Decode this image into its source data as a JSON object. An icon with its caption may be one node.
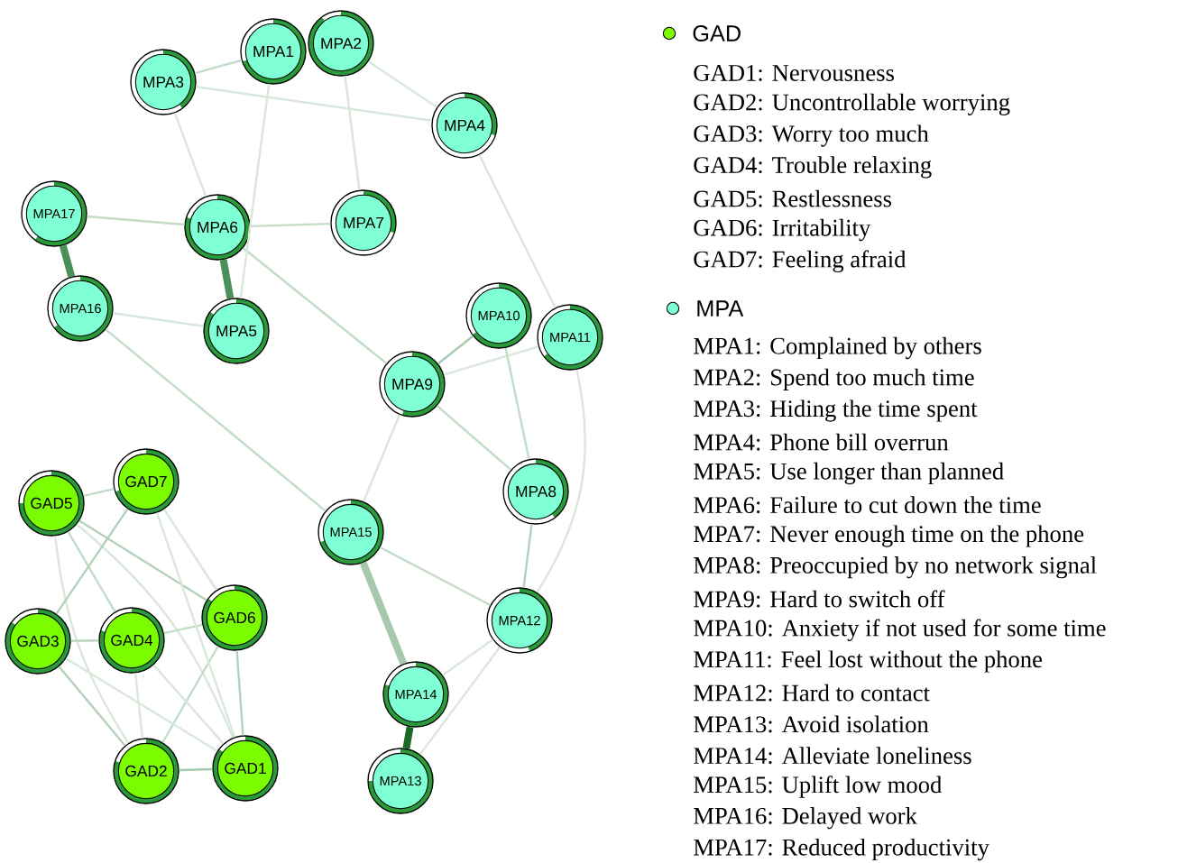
{
  "diagram": {
    "nodes": [
      {
        "text": [
          "GAD1"
        ]
      },
      {
        "text": [
          "GAD2"
        ]
      },
      {
        "text": [
          "GAD3"
        ]
      },
      {
        "text": [
          "GAD4"
        ]
      },
      {
        "text": [
          "GAD5"
        ]
      },
      {
        "text": [
          "GAD6"
        ]
      },
      {
        "text": [
          "GAD7"
        ]
      },
      {
        "text": [
          "MPA1"
        ]
      },
      {
        "text": [
          "MPA2"
        ]
      },
      {
        "text": [
          "MPA3"
        ]
      },
      {
        "text": [
          "MPA4"
        ]
      },
      {
        "text": [
          "MPA5"
        ]
      },
      {
        "text": [
          "MPA6"
        ]
      },
      {
        "text": [
          "MPA7"
        ]
      },
      {
        "text": [
          "MPA8"
        ]
      },
      {
        "text": [
          "MPA9"
        ]
      },
      {
        "text": [
          "MPA10"
        ]
      },
      {
        "text": [
          "MPA11"
        ]
      },
      {
        "text": [
          "MPA12"
        ]
      },
      {
        "text": [
          "MPA13"
        ]
      },
      {
        "text": [
          "MPA14"
        ]
      },
      {
        "text": [
          "MPA15"
        ]
      },
      {
        "text": [
          "MPA16"
        ]
      },
      {
        "text": [
          "MPA17"
        ]
      }
    ],
    "edges": [
      {
        "from": 23,
        "to": 22,
        "arrow": "none",
        "style": "thick",
        "color": "#4a9058"
      },
      {
        "from": 12,
        "to": 11,
        "arrow": "none",
        "style": "thick",
        "color": "#4a9058"
      },
      {
        "from": 20,
        "to": 19,
        "arrow": "none",
        "style": "thick",
        "color": "#1c6a28"
      },
      {
        "from": 21,
        "to": 20,
        "arrow": "none",
        "style": "thick",
        "color": "#a6c9ad"
      },
      {
        "from": 9,
        "to": 7,
        "arrow": "none",
        "color": "#c2dcc6"
      },
      {
        "from": 9,
        "to": 10,
        "arrow": "none"
      },
      {
        "from": 23,
        "to": 12,
        "arrow": "none",
        "color": "#c2dcc6"
      },
      {
        "from": 12,
        "to": 13,
        "arrow": "none",
        "color": "#c2dcc6"
      },
      {
        "from": 12,
        "to": 15,
        "arrow": "none",
        "color": "#c2dcc6"
      },
      {
        "from": 16,
        "to": 15,
        "arrow": "none",
        "color": "#a6c9ad"
      },
      {
        "from": 15,
        "to": 17,
        "arrow": "none"
      },
      {
        "from": 16,
        "to": 14,
        "arrow": "none",
        "color": "#c2dcc6"
      },
      {
        "from": 14,
        "to": 18,
        "arrow": "none",
        "color": "#b4d2ba"
      },
      {
        "from": 15,
        "to": 14,
        "arrow": "none",
        "color": "#c2dcc6"
      },
      {
        "from": 22,
        "to": 21,
        "arrow": "none",
        "color": "#c2dcc6"
      },
      {
        "from": 21,
        "to": 18,
        "arrow": "none",
        "color": "#c2dcc6"
      },
      {
        "from": 22,
        "to": 11,
        "arrow": "none"
      },
      {
        "from": 9,
        "to": 12,
        "arrow": "none"
      },
      {
        "from": 7,
        "to": 11,
        "arrow": "none"
      },
      {
        "from": 8,
        "to": 13,
        "arrow": "none"
      },
      {
        "from": 10,
        "to": 17,
        "arrow": "none"
      },
      {
        "from": 8,
        "to": 10,
        "arrow": "none"
      },
      {
        "from": 17,
        "to": 18,
        "arrow": "none"
      },
      {
        "from": 1,
        "to": 0,
        "arrow": "none",
        "color": "#a6c9ad"
      },
      {
        "from": 4,
        "to": 6,
        "arrow": "none",
        "color": "#c2dcc6"
      },
      {
        "from": 4,
        "to": 5,
        "arrow": "none",
        "color": "#b4d2ba"
      },
      {
        "from": 4,
        "to": 3,
        "arrow": "none",
        "color": "#c2dcc6"
      },
      {
        "from": 4,
        "to": 0,
        "arrow": "none"
      },
      {
        "from": 4,
        "to": 1,
        "arrow": "none"
      },
      {
        "from": 6,
        "to": 2,
        "arrow": "none",
        "color": "#b4d2ba"
      },
      {
        "from": 2,
        "to": 3,
        "arrow": "none",
        "color": "#b4d2ba"
      },
      {
        "from": 3,
        "to": 5,
        "arrow": "none",
        "color": "#c2dcc6"
      },
      {
        "from": 2,
        "to": 1,
        "arrow": "none",
        "color": "#b4d2ba"
      },
      {
        "from": 5,
        "to": 0,
        "arrow": "none",
        "color": "#b4d2ba"
      },
      {
        "from": 5,
        "to": 1,
        "arrow": "none",
        "color": "#c2dcc6"
      },
      {
        "from": 3,
        "to": 0,
        "arrow": "none"
      },
      {
        "from": 6,
        "to": 0,
        "arrow": "none"
      },
      {
        "from": 3,
        "to": 1,
        "arrow": "none"
      },
      {
        "from": 2,
        "to": 0,
        "arrow": "none"
      },
      {
        "from": 6,
        "to": 5,
        "arrow": "none"
      },
      {
        "from": 20,
        "to": 18,
        "arrow": "none"
      },
      {
        "from": 19,
        "to": 18,
        "arrow": "none"
      },
      {
        "from": 21,
        "to": 15,
        "arrow": "none"
      }
    ],
    "labels": [
      "GAD1: Nervousness",
      "GAD2: Uncontrollable worrying",
      "GAD3: Worry too much",
      "GAD4: Trouble relaxing",
      "GAD5: Restlessness",
      "GAD6: Irritability",
      "GAD7: Feeling afraid",
      "MPA1: Complained by others",
      "MPA2: Spend too much time",
      "MPA3: Hiding the time spent",
      "MPA4: Phone bill overrun",
      "MPA5: Use longer than planned",
      "MPA6: Failure to cut down the time",
      "MPA7: Never enough time on the phone",
      "MPA8: Preoccupied by no network signal",
      "MPA9: Hard to switch off",
      "MPA10: Anxiety if not used for some time",
      "MPA11: Feel lost without the phone",
      "MPA12: Hard to contact",
      "MPA13: Avoid isolation",
      "MPA14: Alleviate loneliness",
      "MPA15: Uplift low mood",
      "MPA16: Delayed work",
      "MPA17: Reduced productivity"
    ],
    "legend": [
      {
        "text": "GAD",
        "color": "#7cfc00"
      },
      {
        "text": "MPA",
        "color": "#7fffd4"
      }
    ]
  }
}
